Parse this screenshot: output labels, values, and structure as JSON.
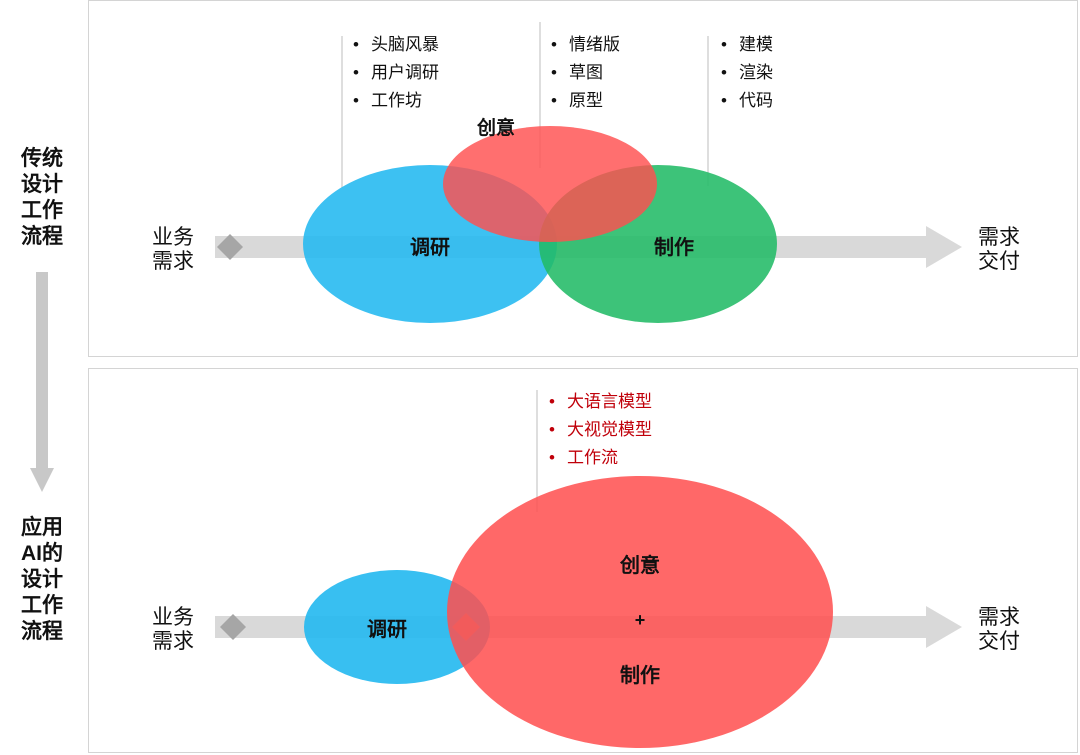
{
  "colors": {
    "research": "#22b8f0",
    "idea": "#ff5252",
    "production": "#22bb66",
    "arrow": "#d9d9d9",
    "diamond": "#a6a6a6",
    "ai_text": "#c0000a"
  },
  "side_labels": {
    "traditional": [
      "传统",
      "设计",
      "工作",
      "流程"
    ],
    "ai": [
      "应用",
      "AI的",
      "设计",
      "工作",
      "流程"
    ]
  },
  "traditional": {
    "start_label": [
      "业务",
      "需求"
    ],
    "end_label": [
      "需求",
      "交付"
    ],
    "research_label": "调研",
    "idea_label": "创意",
    "production_label": "制作",
    "research_items": [
      "头脑风暴",
      "用户调研",
      "工作坊"
    ],
    "idea_items": [
      "情绪版",
      "草图",
      "原型"
    ],
    "production_items": [
      "建模",
      "渲染",
      "代码"
    ]
  },
  "ai": {
    "start_label": [
      "业务",
      "需求"
    ],
    "end_label": [
      "需求",
      "交付"
    ],
    "research_label": "调研",
    "combined_idea_label": "创意",
    "combined_plus": "+",
    "combined_production_label": "制作",
    "ai_items": [
      "大语言模型",
      "大视觉模型",
      "工作流"
    ]
  }
}
